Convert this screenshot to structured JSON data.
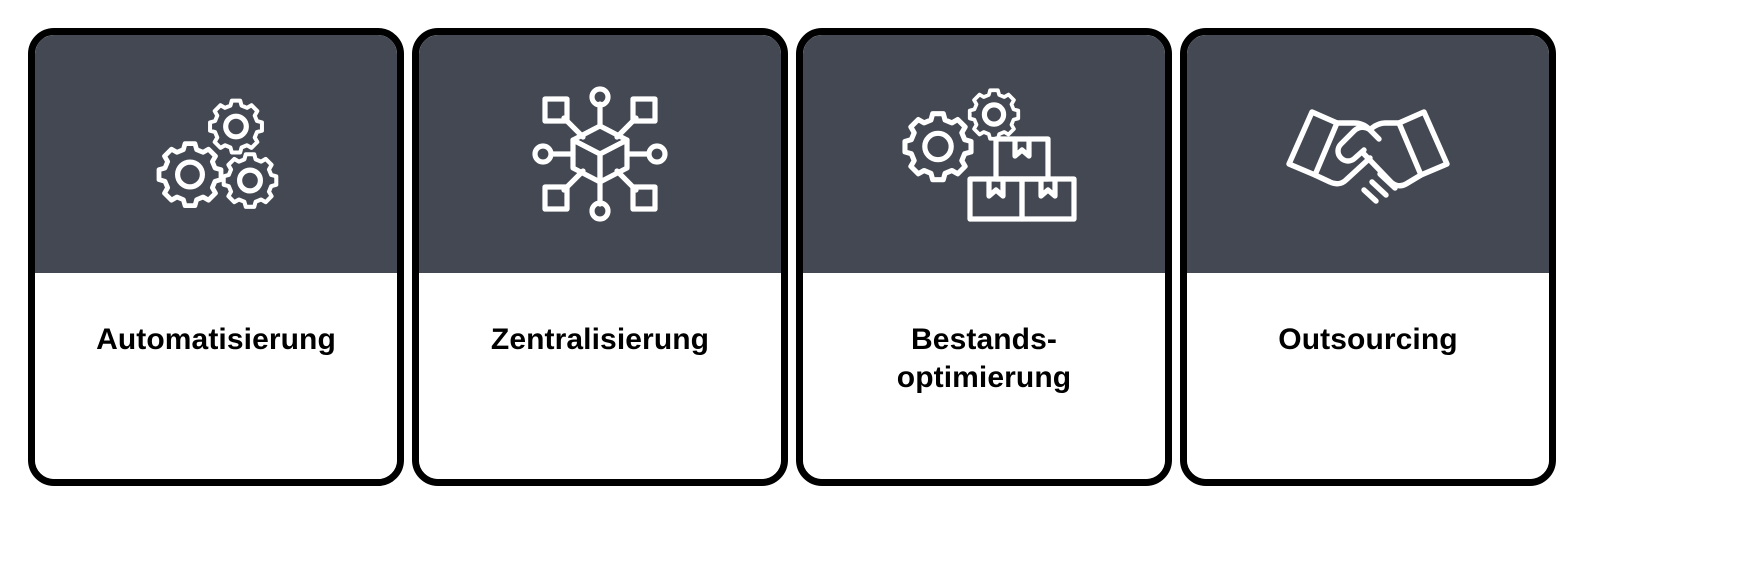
{
  "colors": {
    "card_border": "#000000",
    "header_background": "#434852",
    "card_background": "#ffffff",
    "icon_stroke": "#ffffff",
    "title_text": "#000000",
    "page_background": "#ffffff"
  },
  "cards": [
    {
      "title": "Automatisierung",
      "icon_name": "three-gears-icon"
    },
    {
      "title": "Zentralisierung",
      "icon_name": "network-cube-icon"
    },
    {
      "title": "Bestands-\noptimierung",
      "icon_name": "gears-boxes-icon"
    },
    {
      "title": "Outsourcing",
      "icon_name": "handshake-icon"
    }
  ]
}
